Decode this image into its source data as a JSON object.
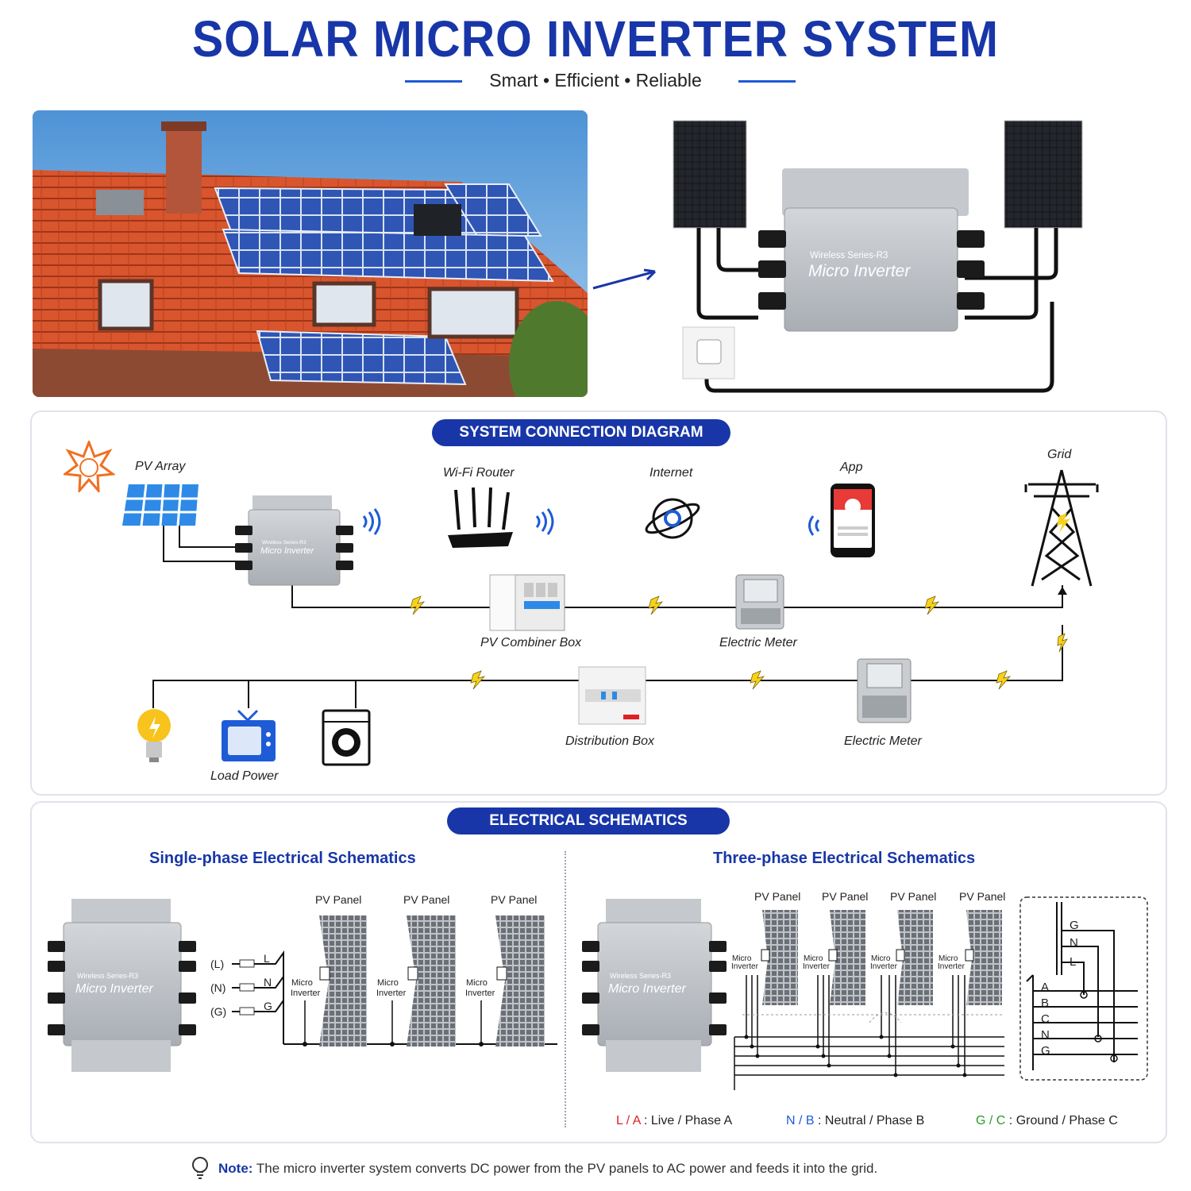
{
  "header": {
    "title": "SOLAR MICRO INVERTER SYSTEM",
    "subtitle": "Smart • Efficient • Reliable"
  },
  "product": {
    "series_label": "Wireless Series-R3",
    "name": "Micro Inverter"
  },
  "connection": {
    "heading": "SYSTEM CONNECTION DIAGRAM",
    "labels": {
      "pv_array": "PV Array",
      "wifi_router": "Wi-Fi Router",
      "internet": "Internet",
      "app": "App",
      "grid": "Grid",
      "combiner": "PV Combiner Box",
      "meter1": "Electric Meter",
      "distribution": "Distribution Box",
      "meter2": "Electric Meter",
      "load": "Load Power"
    }
  },
  "schematics": {
    "heading": "ELECTRICAL SCHEMATICS",
    "single": {
      "title": "Single-phase Electrical Schematics",
      "panels": [
        "PV Panel",
        "PV Panel",
        "PV Panel"
      ],
      "mi_label_1": "Micro",
      "mi_label_2": "Inverter",
      "terminals": [
        "(L)",
        "(N)",
        "(G)"
      ],
      "line_letters": [
        "L",
        "N",
        "G"
      ]
    },
    "three": {
      "title": "Three-phase Electrical Schematics",
      "panels": [
        "PV Panel",
        "PV Panel",
        "PV Panel",
        "PV Panel"
      ],
      "mi_label_1": "Micro",
      "mi_label_2": "Inverter",
      "box_top": [
        "G",
        "N",
        "L"
      ],
      "box_bottom": [
        "A",
        "B",
        "C",
        "N",
        "G"
      ]
    },
    "legend": [
      {
        "key": "L / A",
        "sep": ":",
        "text": "Live / Phase A",
        "color": "#e02020"
      },
      {
        "key": "N / B",
        "sep": ":",
        "text": "Neutral / Phase B",
        "color": "#1e5bd6"
      },
      {
        "key": "G / C",
        "sep": ":",
        "text": "Ground / Phase C",
        "color": "#2a9a2a"
      }
    ]
  },
  "note": {
    "label": "Note:",
    "text": "The micro inverter system converts DC power from the PV panels to AC power and feeds it into the grid."
  }
}
